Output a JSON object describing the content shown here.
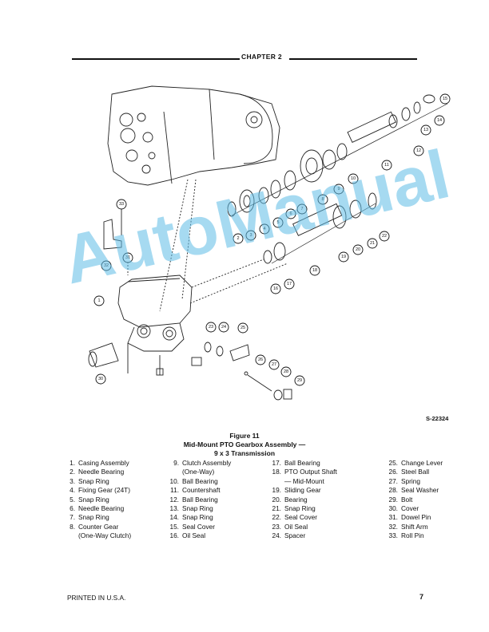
{
  "header": {
    "chapter": "CHAPTER 2"
  },
  "watermark": "AutoManual",
  "figure": {
    "code": "S-22324",
    "caption_line1": "Figure 11",
    "caption_line2": "Mid-Mount PTO Gearbox Assembly —",
    "caption_line3": "9 x 3 Transmission"
  },
  "legend": {
    "col1": [
      {
        "num": "1.",
        "label": "Casing Assembly"
      },
      {
        "num": "2.",
        "label": "Needle Bearing"
      },
      {
        "num": "3.",
        "label": "Snap Ring"
      },
      {
        "num": "4.",
        "label": "Fixing Gear (24T)"
      },
      {
        "num": "5.",
        "label": "Snap Ring"
      },
      {
        "num": "6.",
        "label": "Needle Bearing"
      },
      {
        "num": "7.",
        "label": "Snap Ring"
      },
      {
        "num": "8.",
        "label": "Counter Gear",
        "cont": "(One-Way Clutch)"
      }
    ],
    "col2": [
      {
        "num": "9.",
        "label": "Clutch Assembly",
        "cont": "(One-Way)"
      },
      {
        "num": "10.",
        "label": "Ball Bearing"
      },
      {
        "num": "11.",
        "label": "Countershaft"
      },
      {
        "num": "12.",
        "label": "Ball Bearing"
      },
      {
        "num": "13.",
        "label": "Snap Ring"
      },
      {
        "num": "14.",
        "label": "Snap Ring"
      },
      {
        "num": "15.",
        "label": "Seal Cover"
      },
      {
        "num": "16.",
        "label": "Oil Seal"
      }
    ],
    "col3": [
      {
        "num": "17.",
        "label": "Ball Bearing"
      },
      {
        "num": "18.",
        "label": "PTO Output Shaft",
        "cont": "— Mid-Mount"
      },
      {
        "num": "19.",
        "label": "Sliding Gear"
      },
      {
        "num": "20.",
        "label": "Bearing"
      },
      {
        "num": "21.",
        "label": "Snap Ring"
      },
      {
        "num": "22.",
        "label": "Seal Cover"
      },
      {
        "num": "23.",
        "label": "Oil Seal"
      },
      {
        "num": "24.",
        "label": "Spacer"
      }
    ],
    "col4": [
      {
        "num": "25.",
        "label": "Change Lever"
      },
      {
        "num": "26.",
        "label": "Steel Ball"
      },
      {
        "num": "27.",
        "label": "Spring"
      },
      {
        "num": "28.",
        "label": "Seal Washer"
      },
      {
        "num": "29.",
        "label": "Bolt"
      },
      {
        "num": "30.",
        "label": "Cover"
      },
      {
        "num": "31.",
        "label": "Dowel Pin"
      },
      {
        "num": "32.",
        "label": "Shift Arm"
      },
      {
        "num": "33.",
        "label": "Roll Pin"
      }
    ]
  },
  "callouts": [
    "1",
    "2",
    "3",
    "4",
    "5",
    "6",
    "7",
    "8",
    "9",
    "10",
    "11",
    "12",
    "13",
    "14",
    "15",
    "16",
    "17",
    "18",
    "19",
    "20",
    "21",
    "22",
    "23",
    "24",
    "25",
    "26",
    "27",
    "28",
    "29",
    "30",
    "31",
    "32",
    "33"
  ],
  "footer": {
    "printed": "PRINTED IN U.S.A.",
    "page": "7"
  }
}
